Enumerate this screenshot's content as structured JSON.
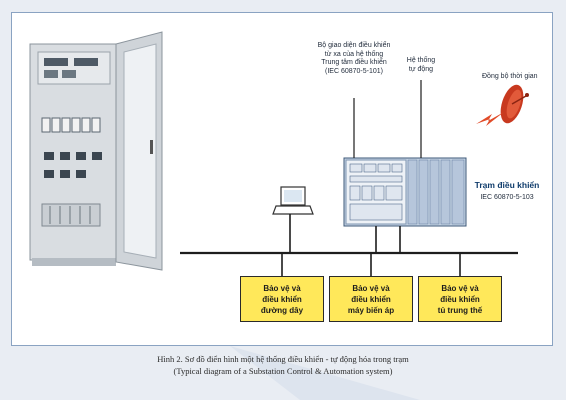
{
  "diagram": {
    "remote_interface_label": "Bộ giao diện điều khiển\ntừ xa của hệ thống\nTrung tâm điều khiển\n(IEC 60870-5-101)",
    "automation_label": "Hệ thống\ntự động",
    "time_sync_label": "Đồng bộ thời gian",
    "control_center": {
      "title": "Trạm điều khiển",
      "standard": "IEC 60870-5-103"
    },
    "boxes": [
      {
        "text": "Bảo vệ và\nđiều khiển\nđường dây"
      },
      {
        "text": "Bảo vệ và\nđiều khiển\nmáy biến áp"
      },
      {
        "text": "Bảo vệ và\nđiều khiển\ntủ trung thế"
      }
    ],
    "colors": {
      "box_fill": "#ffe85a",
      "accent_red": "#d8442a",
      "title_blue": "#0e3b6b"
    }
  },
  "caption": {
    "vi": "Hình 2. Sơ đồ điển hình một hệ thống điều khiển - tự động hóa trong trạm",
    "en": "(Typical diagram of a Substation Control & Automation system)"
  }
}
